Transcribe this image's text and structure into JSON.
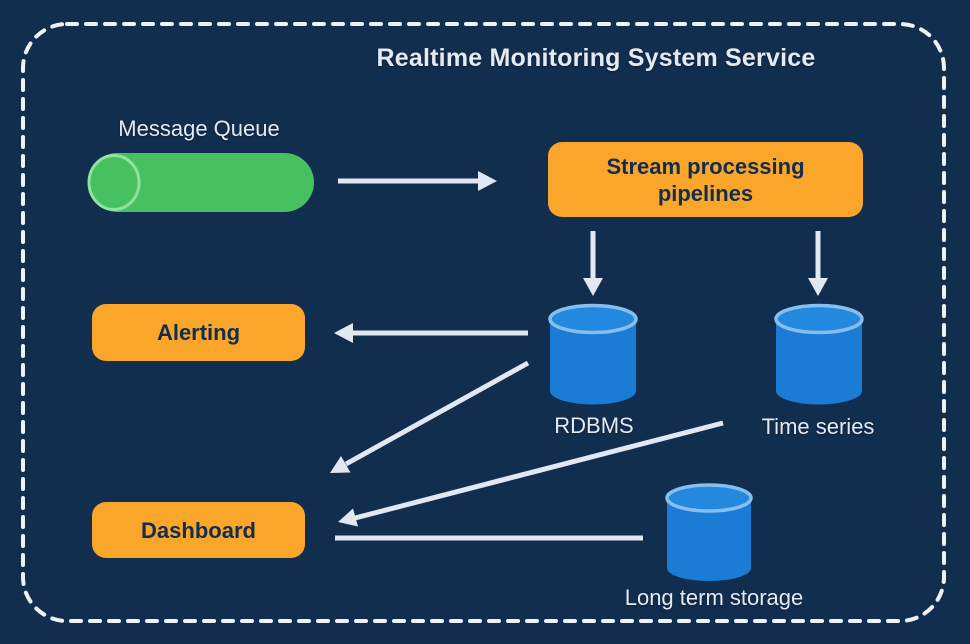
{
  "diagram": {
    "title": "Realtime Monitoring System Service",
    "nodes": {
      "message_queue": {
        "label": "Message Queue",
        "shape": "horizontal-cylinder",
        "color": "green"
      },
      "stream_processing": {
        "label": "Stream processing pipelines",
        "shape": "rounded-box",
        "color": "orange"
      },
      "alerting": {
        "label": "Alerting",
        "shape": "rounded-box",
        "color": "orange"
      },
      "rdbms": {
        "label": "RDBMS",
        "shape": "database-cylinder",
        "color": "blue"
      },
      "time_series": {
        "label": "Time series",
        "shape": "database-cylinder",
        "color": "blue"
      },
      "dashboard": {
        "label": "Dashboard",
        "shape": "rounded-box",
        "color": "orange"
      },
      "long_term_storage": {
        "label": "Long term storage",
        "shape": "database-cylinder",
        "color": "blue"
      }
    },
    "edges": [
      {
        "from": "message_queue",
        "to": "stream_processing",
        "arrowhead": true
      },
      {
        "from": "stream_processing",
        "to": "rdbms",
        "arrowhead": true
      },
      {
        "from": "stream_processing",
        "to": "time_series",
        "arrowhead": true
      },
      {
        "from": "rdbms",
        "to": "alerting",
        "arrowhead": true
      },
      {
        "from": "rdbms",
        "to": "dashboard",
        "arrowhead": true
      },
      {
        "from": "time_series",
        "to": "dashboard",
        "arrowhead": true
      },
      {
        "from": "long_term_storage",
        "to": "dashboard",
        "arrowhead": false
      }
    ],
    "colors": {
      "background": "#122E4F",
      "border_dash": "#EFF3F8",
      "node_orange": "#F9A62B",
      "queue_green": "#47C05F",
      "queue_green_stroke": "#8FE39E",
      "db_blue": "#1A7CD4",
      "db_blue_top": "#2389DE",
      "db_blue_stroke": "#85BEEF",
      "arrow": "#E1E8F1",
      "text_light": "#E4EAF2",
      "text_dark": "#122D4E"
    }
  }
}
